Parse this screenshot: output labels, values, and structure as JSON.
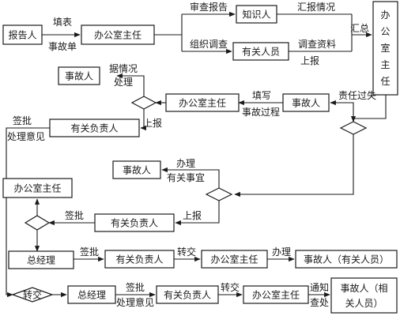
{
  "boxes": {
    "reporter": "报告人",
    "office_director_1": "办公室主任",
    "insider": "知识人",
    "related_personnel": "有关人员",
    "office_director_right": [
      "办",
      "公",
      "室",
      "主",
      "任"
    ],
    "accident_person_1": "事故人",
    "office_director_2": "办公室主任",
    "accident_person_2": "事故人",
    "responsible_person_1": "有关负责人",
    "accident_person_3": "事故人",
    "office_director_3": "办公室主任",
    "responsible_person_2": "有关负责人",
    "general_manager_1": "总经理",
    "responsible_person_3": "有关负责人",
    "office_director_4": "办公室主任",
    "accident_person_4": "事故人（有关人员）",
    "transfer_diamond": "转交",
    "general_manager_2": "总经理",
    "responsible_person_4": "有关负责人",
    "office_director_5": "办公室主任",
    "accident_person_5": [
      "事故人（相",
      "关人员）"
    ]
  },
  "labels": {
    "fill_form": "填表",
    "accident_form": "事故单",
    "review_report": "审查报告",
    "report_situation": "汇报情况",
    "organize_investigation": "组织调查",
    "investigation_data": "调查资料",
    "report_up_1": "上报",
    "summarize": "汇总",
    "per_situation": "据情况",
    "handle_1": "处理",
    "fill_in": "填写",
    "accident_process": "事故过程",
    "responsibility_fault": "责任过失",
    "approve_1": "签批",
    "handling_opinion_1": "处理意见",
    "report_up_2": "上报",
    "handle_2": "办理",
    "related_matters": "有关事宜",
    "approve_2": "签批",
    "report_up_3": "上报",
    "approve_3": "签批",
    "transfer_1": "转交",
    "handle_3": "办理",
    "approve_4": "签批",
    "handling_opinion_2": "处理意见",
    "transfer_2": "转交",
    "notify": "通知",
    "investigate_handle": "查处"
  }
}
